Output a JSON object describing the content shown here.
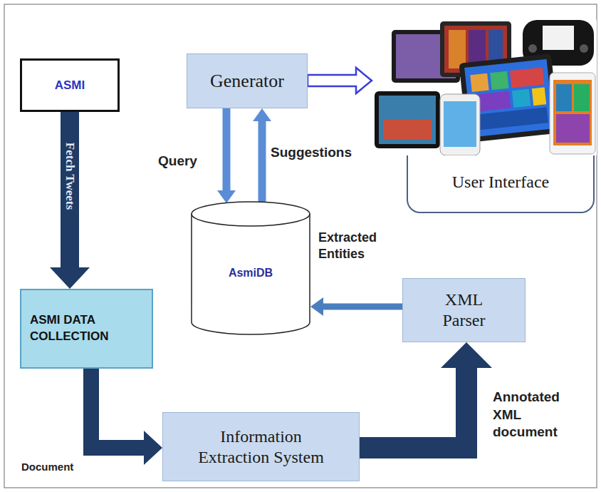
{
  "diagram": {
    "nodes": [
      {
        "text": [
          "ASMI"
        ]
      },
      {
        "text": [
          "Generator"
        ]
      },
      {
        "text": [
          "User Interface"
        ]
      },
      {
        "text": [
          "AsmiDB"
        ]
      },
      {
        "text": [
          "ASMI DATA COLLECTION"
        ]
      },
      {
        "text": [
          "Information Extraction System"
        ]
      },
      {
        "text": [
          "XML Parser"
        ]
      }
    ],
    "edges": [
      {
        "from": 0,
        "to": 4,
        "label": "Fetch Tweets",
        "arrow": "to"
      },
      {
        "from": 1,
        "to": 3,
        "label": "Query",
        "arrow": "to"
      },
      {
        "from": 3,
        "to": 1,
        "label": "Suggestions",
        "arrow": "to"
      },
      {
        "from": 1,
        "to": 2,
        "arrow": "to"
      },
      {
        "from": 6,
        "to": 3,
        "label": "Extracted Entities",
        "arrow": "to"
      },
      {
        "from": 4,
        "to": 5,
        "label": "Document",
        "arrow": "to"
      },
      {
        "from": 5,
        "to": 6,
        "label": "Annotated XML document",
        "arrow": "to"
      }
    ]
  }
}
